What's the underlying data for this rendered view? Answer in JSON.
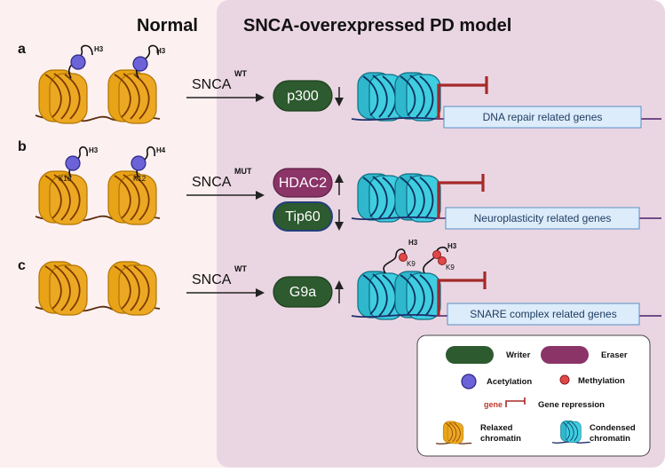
{
  "headers": {
    "normal": "Normal",
    "model": "SNCA-overexpressed PD model"
  },
  "rows": [
    {
      "label": "a",
      "histones": [
        "H3",
        "H3"
      ],
      "residues": [
        "",
        ""
      ],
      "snca": "SNCA",
      "variant": "WT",
      "enzymes": [
        {
          "name": "p300",
          "kind": "writer",
          "change": "down"
        }
      ],
      "genes": "DNA repair related genes"
    },
    {
      "label": "b",
      "histones": [
        "H3",
        "H4"
      ],
      "residues": [
        "K16",
        "K12"
      ],
      "snca": "SNCA",
      "variant": "MUT",
      "enzymes": [
        {
          "name": "HDAC2",
          "kind": "eraser",
          "change": "up"
        },
        {
          "name": "Tip60",
          "kind": "writer",
          "change": "down"
        }
      ],
      "genes": "Neuroplasticity related genes"
    },
    {
      "label": "c",
      "snca": "SNCA",
      "variant": "WT",
      "enzymes": [
        {
          "name": "G9a",
          "kind": "writer",
          "change": "up"
        }
      ],
      "methyl_histones": [
        "H3",
        "H3"
      ],
      "methyl_residues": [
        "K9",
        "K9"
      ],
      "genes": "SNARE complex related genes"
    }
  ],
  "legend": {
    "writer": "Writer",
    "eraser": "Eraser",
    "acetylation": "Acetylation",
    "methylation": "Methylation",
    "gene_word": "gene",
    "gene_repression": "Gene repression",
    "relaxed": [
      "Relaxed",
      "chromatin"
    ],
    "condensed": [
      "Condensed",
      "chromatin"
    ]
  },
  "colors": {
    "normal_bg": "#fdf0f1",
    "model_bg": "#ead6e2",
    "writer": "#2d5a2e",
    "eraser": "#8b3468",
    "acetyl": "#6c63d8",
    "methyl": "#e04848",
    "relaxed_histone": "#e8a317",
    "condensed_histone": "#33c4d9",
    "repression": "#a52a2a",
    "gene_box": "#dcecfb"
  }
}
